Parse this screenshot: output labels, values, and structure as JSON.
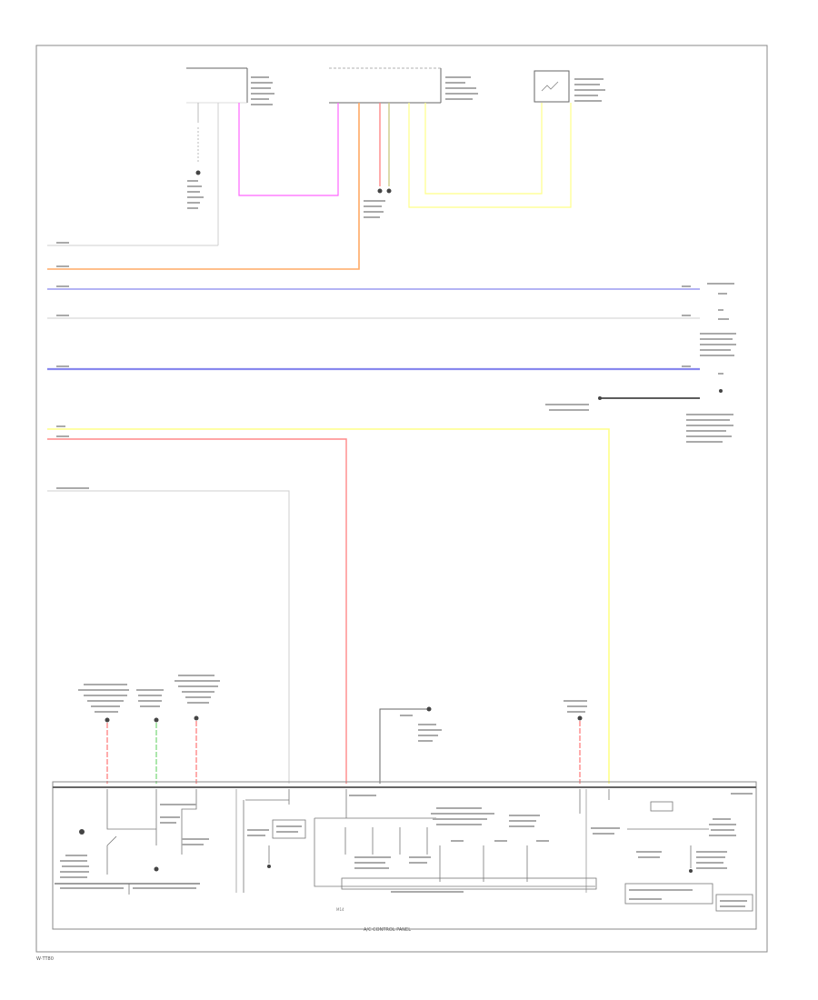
{
  "diagram": {
    "footer_left": "W·TT80",
    "module_label": "A/C CONTROL PANEL",
    "module_sub_label": "M14"
  },
  "colors": {
    "frame": "#8a8a8a",
    "wire_pink": "#ff66ff",
    "wire_orange": "#ffaa66",
    "wire_blue": "#8888ee",
    "wire_yellow": "#ffff88",
    "wire_red": "#ff8888",
    "wire_gray": "#cfcfcf",
    "wire_green": "#88dd88",
    "wire_black": "#444444"
  }
}
